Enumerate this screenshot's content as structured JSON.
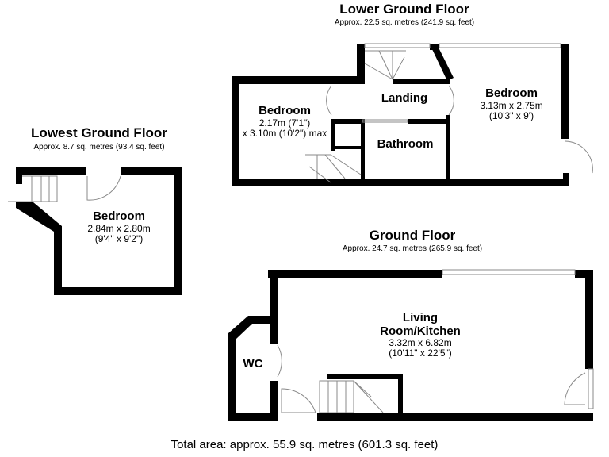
{
  "floors": {
    "lower_ground": {
      "title": "Lower Ground Floor",
      "area": "Approx. 22.5 sq. metres (241.9 sq. feet)",
      "rooms": [
        {
          "name": "Bedroom",
          "dim1": "2.17m (7'1\")",
          "dim2": "x 3.10m (10'2\") max"
        },
        {
          "name": "Landing"
        },
        {
          "name": "Bathroom"
        },
        {
          "name": "Bedroom",
          "dim1": "3.13m x 2.75m",
          "dim2": "(10'3\" x 9')"
        }
      ]
    },
    "lowest_ground": {
      "title": "Lowest Ground Floor",
      "area": "Approx. 8.7 sq. metres (93.4 sq. feet)",
      "rooms": [
        {
          "name": "Bedroom",
          "dim1": "2.84m x 2.80m",
          "dim2": "(9'4\" x 9'2\")"
        }
      ]
    },
    "ground": {
      "title": "Ground Floor",
      "area": "Approx. 24.7 sq. metres (265.9 sq. feet)",
      "rooms": [
        {
          "name": "Living",
          "name2": "Room/Kitchen",
          "dim1": "3.32m x 6.82m",
          "dim2": "(10'11\" x 22'5\")"
        },
        {
          "name": "WC"
        }
      ]
    }
  },
  "total": "Total area: approx. 55.9 sq. metres (601.3 sq. feet)"
}
